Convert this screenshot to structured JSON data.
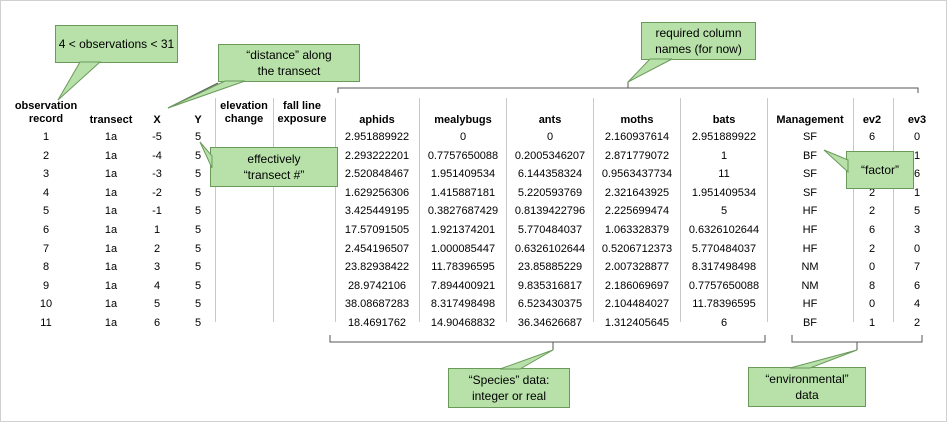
{
  "callouts": {
    "observations": "4 < observations < 31",
    "distance": [
      "“distance” along",
      "the transect"
    ],
    "required": [
      "required column",
      "names (for now)"
    ],
    "effectively": [
      "effectively",
      "“transect #”"
    ],
    "factor": "“factor”",
    "species": [
      "“Species” data:",
      "integer or real"
    ],
    "environmental": [
      "“environmental”",
      "data"
    ]
  },
  "table": {
    "headers": {
      "observation": [
        "observation",
        "record"
      ],
      "transect": "transect",
      "x": "X",
      "y": "Y",
      "elevation": [
        "elevation",
        "change"
      ],
      "fall_line": [
        "fall line",
        "exposure"
      ],
      "aphids": "aphids",
      "mealybugs": "mealybugs",
      "ants": "ants",
      "moths": "moths",
      "bats": "bats",
      "management": "Management",
      "ev2": "ev2",
      "ev3": "ev3"
    },
    "rows": [
      [
        "1",
        "1a",
        "-5",
        "5",
        "",
        "",
        "2.951889922",
        "0",
        "0",
        "2.160937614",
        "2.951889922",
        "SF",
        "6",
        "0"
      ],
      [
        "2",
        "1a",
        "-4",
        "5",
        "",
        "",
        "2.293222201",
        "0.7757650088",
        "0.2005346207",
        "2.871779072",
        "1",
        "BF",
        "",
        "1"
      ],
      [
        "3",
        "1a",
        "-3",
        "5",
        "",
        "",
        "2.520848467",
        "1.951409534",
        "6.144358324",
        "0.9563437734",
        "11",
        "SF",
        "",
        "6"
      ],
      [
        "4",
        "1a",
        "-2",
        "5",
        "",
        "",
        "1.629256306",
        "1.415887181",
        "5.220593769",
        "2.321643925",
        "1.951409534",
        "SF",
        "2",
        "1"
      ],
      [
        "5",
        "1a",
        "-1",
        "5",
        "",
        "",
        "3.425449195",
        "0.3827687429",
        "0.8139422796",
        "2.225699474",
        "5",
        "HF",
        "2",
        "5"
      ],
      [
        "6",
        "1a",
        "1",
        "5",
        "",
        "",
        "17.57091505",
        "1.921374201",
        "5.770484037",
        "1.063328379",
        "0.6326102644",
        "HF",
        "6",
        "3"
      ],
      [
        "7",
        "1a",
        "2",
        "5",
        "",
        "",
        "2.454196507",
        "1.000085447",
        "0.6326102644",
        "0.5206712373",
        "5.770484037",
        "HF",
        "2",
        "0"
      ],
      [
        "8",
        "1a",
        "3",
        "5",
        "",
        "",
        "23.82938422",
        "11.78396595",
        "23.85885229",
        "2.007328877",
        "8.317498498",
        "NM",
        "0",
        "7"
      ],
      [
        "9",
        "1a",
        "4",
        "5",
        "",
        "",
        "28.9742106",
        "7.894400921",
        "9.835316817",
        "2.186069697",
        "0.7757650088",
        "NM",
        "8",
        "6"
      ],
      [
        "10",
        "1a",
        "5",
        "5",
        "",
        "",
        "38.08687283",
        "8.317498498",
        "6.523430375",
        "2.104484027",
        "11.78396595",
        "HF",
        "0",
        "4"
      ],
      [
        "11",
        "1a",
        "6",
        "5",
        "",
        "",
        "18.4691762",
        "14.90468832",
        "36.34626687",
        "1.312405645",
        "6",
        "BF",
        "1",
        "2"
      ]
    ]
  },
  "colors": {
    "callout_fill": "#b7e1a9",
    "callout_border": "#6a9a5a",
    "grid": "#c8c8c8"
  }
}
